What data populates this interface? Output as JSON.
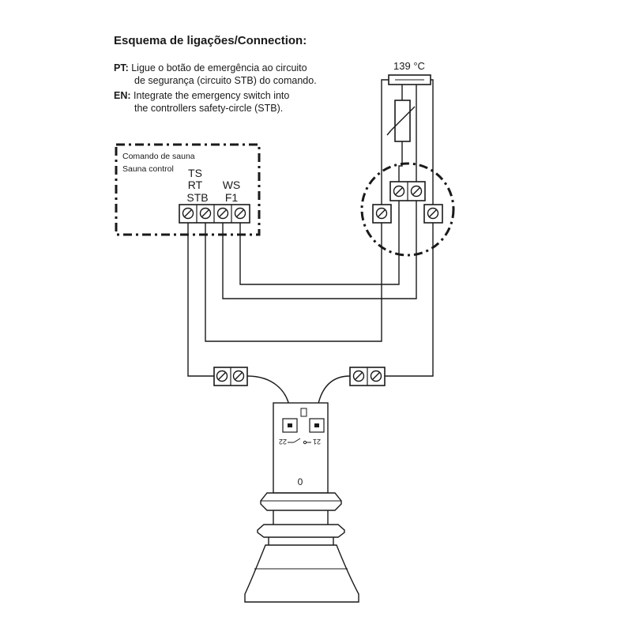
{
  "title": "Esquema de ligações/Connection:",
  "instructions": {
    "pt_prefix": "PT:",
    "pt_line1": "Ligue o botão de emergência ao circuito",
    "pt_line2": "de segurança (circuito STB) do comando.",
    "en_prefix": "EN:",
    "en_line1": "Integrate the emergency switch into",
    "en_line2": "the controllers safety-circle (STB)."
  },
  "controller": {
    "label_pt": "Comando de sauna",
    "label_en": "Sauna control",
    "terminal_label_ts": "TS",
    "terminal_label_rt": "RT",
    "terminal_label_stb": "STB",
    "terminal_label_ws": "WS",
    "terminal_label_f1": "F1"
  },
  "thermal_fuse": {
    "temperature": "139 °C"
  },
  "emergency_switch": {
    "terminal_left": "22",
    "terminal_right": "21",
    "position_mark": "0"
  }
}
